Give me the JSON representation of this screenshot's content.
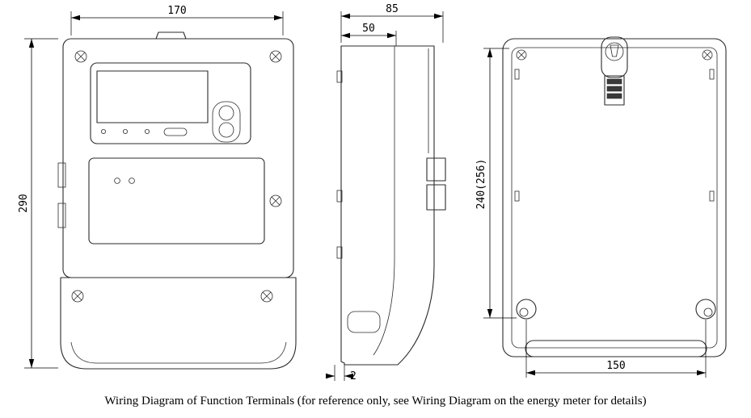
{
  "caption": "Wiring Diagram of Function Terminals (for reference only, see Wiring Diagram on the energy meter for details)",
  "dims": {
    "front_width": "170",
    "front_height": "290",
    "side_depth": "85",
    "side_top_depth": "50",
    "side_step": "2",
    "rear_height": "240(256)",
    "rear_hole_span": "150"
  }
}
